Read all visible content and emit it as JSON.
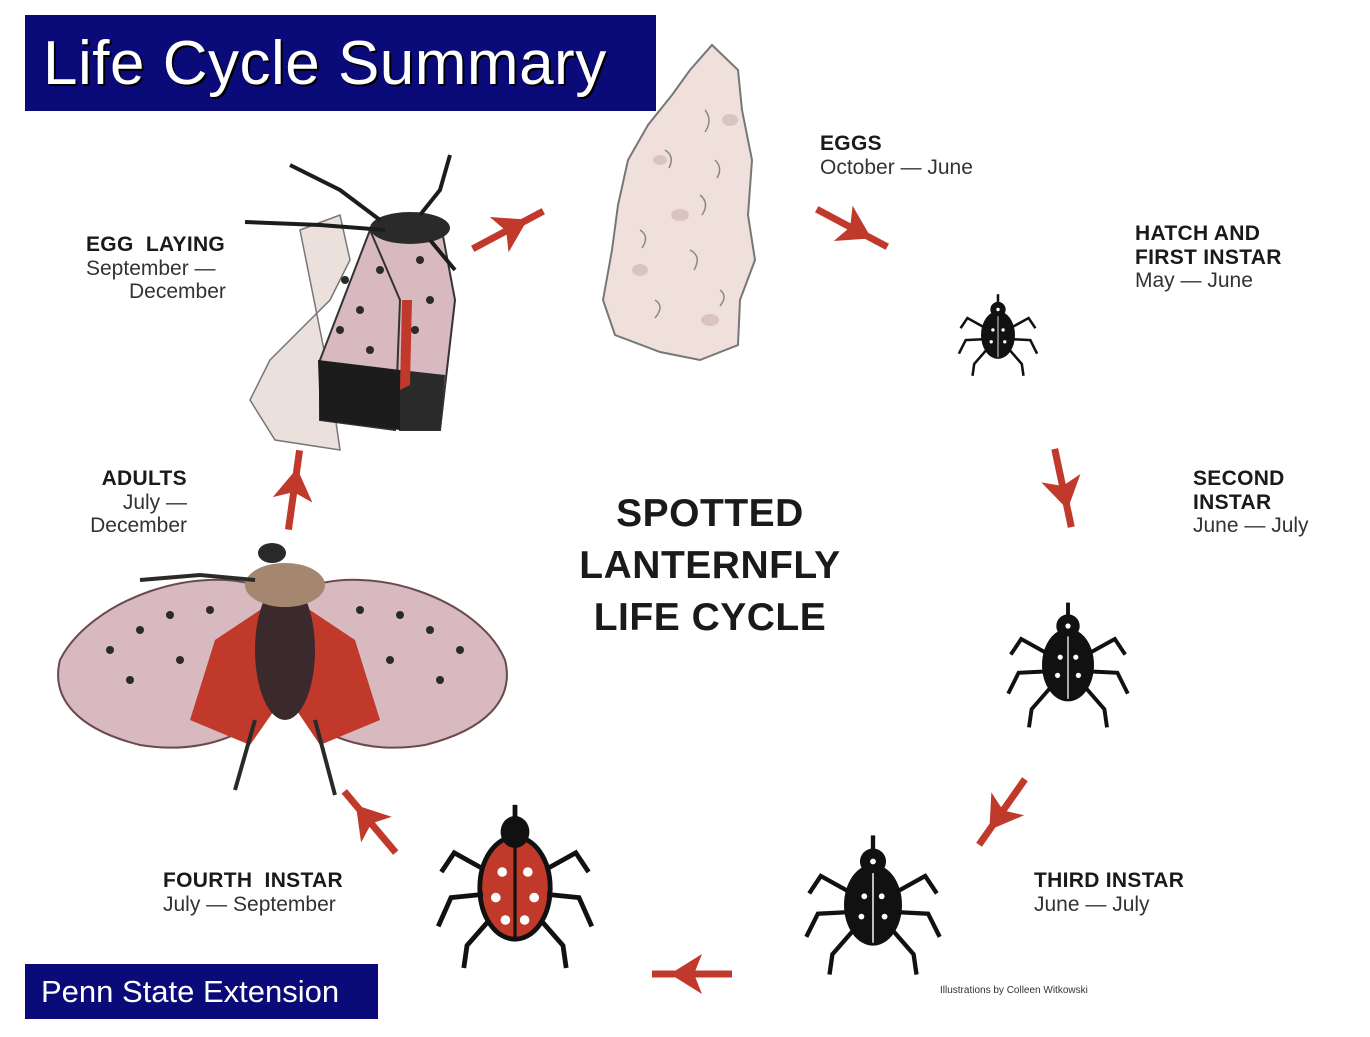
{
  "header": {
    "title": "Life Cycle Summary"
  },
  "footer": {
    "label": "Penn State Extension"
  },
  "diagram": {
    "center_title": [
      "SPOTTED",
      "LANTERNFLY",
      "LIFE CYCLE"
    ],
    "credit": "Illustrations by Colleen Witkowski",
    "arrow_color": "#c0392b",
    "stages": [
      {
        "name_lines": [
          "EGGS"
        ],
        "period_lines": [
          "October — June"
        ]
      },
      {
        "name_lines": [
          "HATCH AND",
          "FIRST INSTAR"
        ],
        "period_lines": [
          "May — June"
        ]
      },
      {
        "name_lines": [
          "SECOND",
          "INSTAR"
        ],
        "period_lines": [
          "June — July"
        ]
      },
      {
        "name_lines": [
          "THIRD INSTAR"
        ],
        "period_lines": [
          "June — July"
        ]
      },
      {
        "name_lines": [
          "FOURTH  INSTAR"
        ],
        "period_lines": [
          "July — September"
        ]
      },
      {
        "name_lines": [
          "ADULTS"
        ],
        "period_lines": [
          "July —",
          "December"
        ]
      },
      {
        "name_lines": [
          "EGG  LAYING"
        ],
        "period_lines": [
          "September —",
          "December"
        ]
      }
    ]
  }
}
